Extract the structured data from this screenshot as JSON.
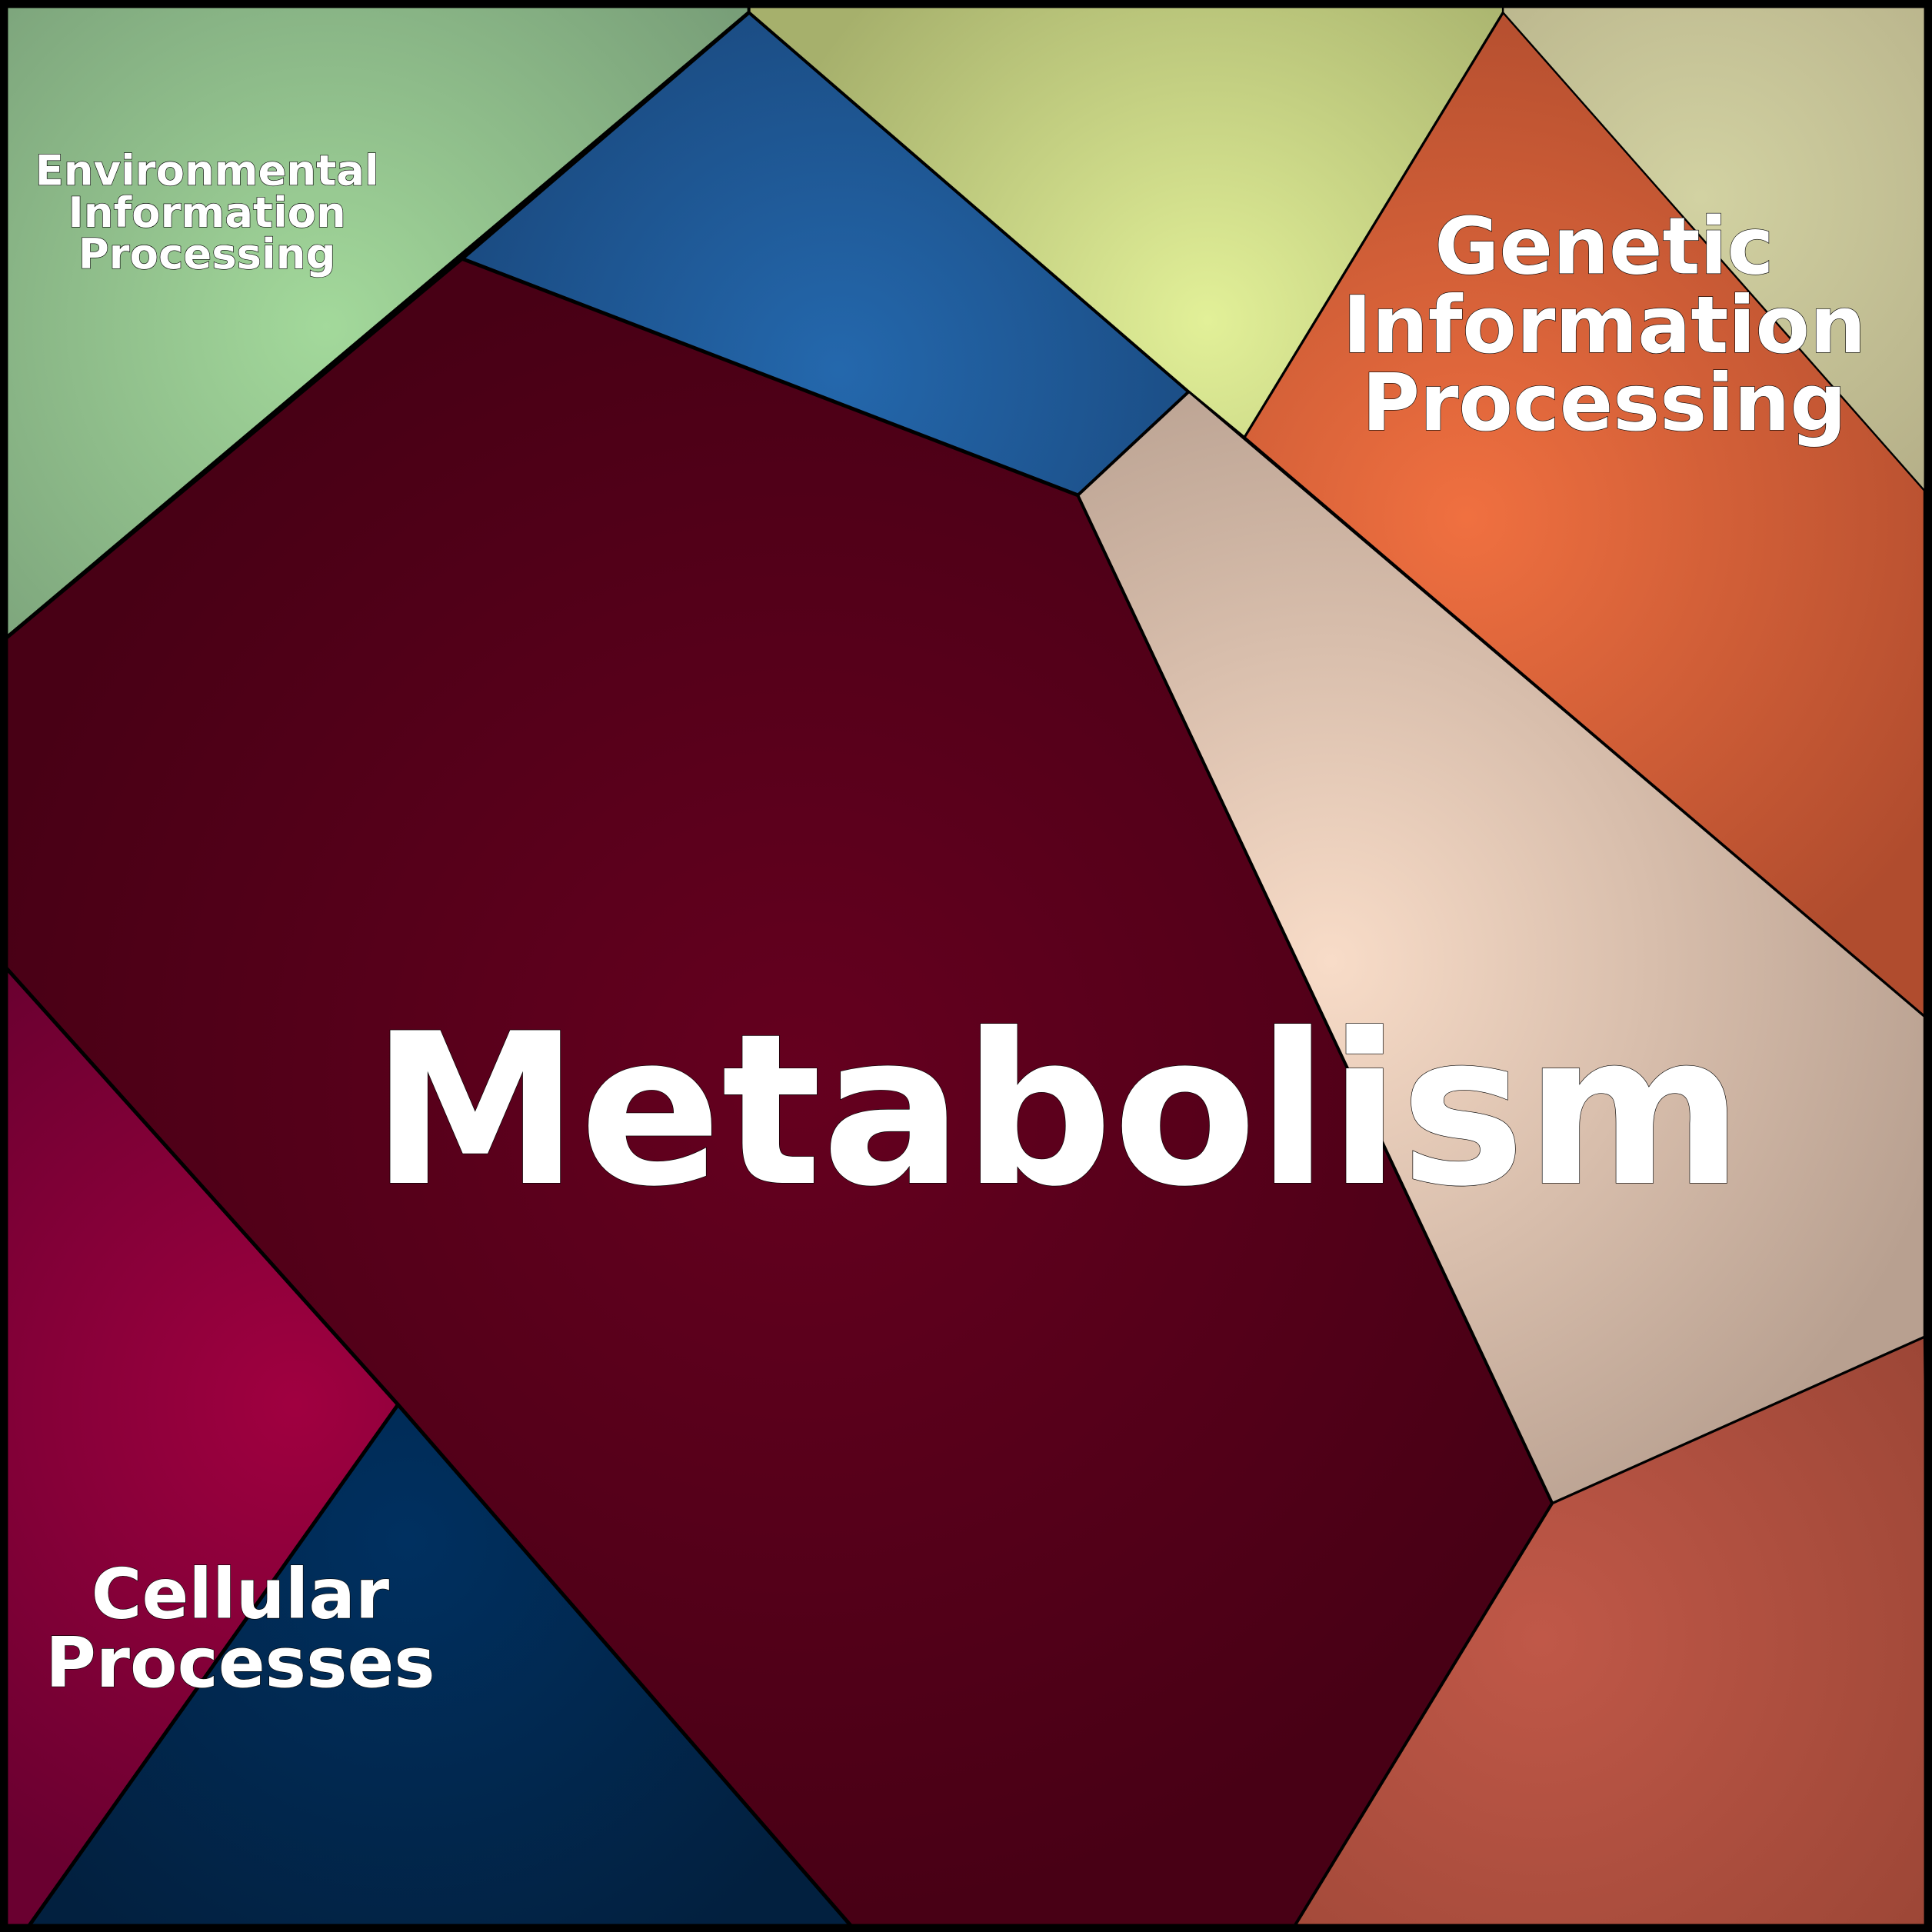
{
  "title": "Functional category treemap",
  "cells": [
    {
      "id": "environmental",
      "label_lines": [
        "Environmental",
        "Information",
        "Processing"
      ],
      "center_color": "#a3d99b",
      "edge_color": "#789e78"
    },
    {
      "id": "blue-top",
      "label_lines": [],
      "center_color": "#2468ad",
      "edge_color": "#1a4a80"
    },
    {
      "id": "yellow-top",
      "label_lines": [],
      "center_color": "#e2f098",
      "edge_color": "#a6b06c"
    },
    {
      "id": "genetic",
      "label_lines": [
        "Genetic",
        "Information",
        "Processing"
      ],
      "center_color": "#f07040",
      "edge_color": "#b04c2e"
    },
    {
      "id": "beige-corner",
      "label_lines": [],
      "center_color": "#d2d2a2",
      "edge_color": "#b5af88"
    },
    {
      "id": "metabolism",
      "label_lines": [
        "Metabolism"
      ],
      "center_color": "#65001f",
      "edge_color": "#480015"
    },
    {
      "id": "peach",
      "label_lines": [],
      "center_color": "#f8dcc8",
      "edge_color": "#b8a090"
    },
    {
      "id": "bottom-right",
      "label_lines": [],
      "center_color": "#c05848",
      "edge_color": "#9a4535"
    },
    {
      "id": "crimson-left",
      "label_lines": [],
      "center_color": "#a00040",
      "edge_color": "#6a0030"
    },
    {
      "id": "cellular",
      "label_lines": [
        "Cellular",
        "Processes"
      ],
      "center_color": "#003060",
      "edge_color": "#02203f"
    }
  ]
}
